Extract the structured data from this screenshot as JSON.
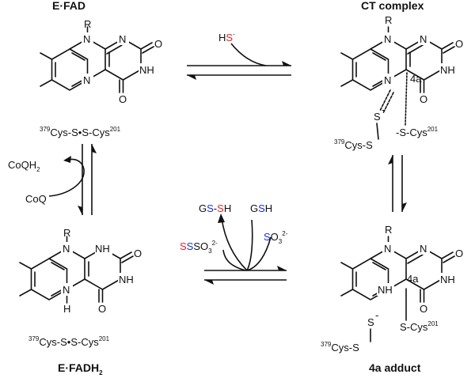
{
  "titles": {
    "efad": "E·FAD",
    "ct": "CT complex",
    "fadh2": "E·FADH",
    "fadh2_sub": "2",
    "adduct": "4a adduct"
  },
  "atoms": {
    "N": "N",
    "NH": "NH",
    "H": "H",
    "O": "O",
    "R": "R",
    "label_4a": "4a"
  },
  "cys": {
    "sup379": "379",
    "sup201": "201",
    "cys": "Cys",
    "s": "S",
    "dash": "-",
    "dot": "•",
    "s_cys": "S-Cys",
    "minus": "-"
  },
  "reagents": {
    "hs_h": "H",
    "hs_s": "S",
    "coqh": "CoQH",
    "coqh_sub": "2",
    "coq": "CoQ",
    "gssh_g": "G",
    "gssh_s": "S",
    "gssh_dash": "-",
    "gssh_h": "H",
    "gsh_g": "G",
    "gsh_s": "S",
    "gsh_h": "H",
    "sso3_s": "S",
    "so3": "SO",
    "so3_sub": "3",
    "charge": "2-"
  },
  "colors": {
    "red": "#e8232a",
    "blue": "#1b2fd6",
    "ink": "#111111"
  }
}
